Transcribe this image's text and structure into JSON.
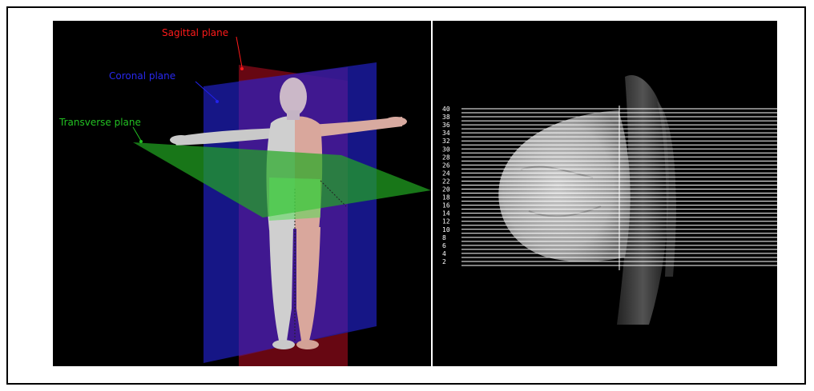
{
  "planes": {
    "sagittal": {
      "label": "Sagittal plane",
      "color": "#ff1a1a"
    },
    "coronal": {
      "label": "Coronal plane",
      "color": "#2222ee"
    },
    "transverse": {
      "label": "Transverse plane",
      "color": "#22c022"
    }
  },
  "slices": {
    "labels": [
      "40",
      "38",
      "36",
      "34",
      "32",
      "30",
      "28",
      "26",
      "24",
      "22",
      "20",
      "18",
      "16",
      "14",
      "12",
      "10",
      "8",
      "6",
      "4",
      "2"
    ],
    "count": 40
  }
}
